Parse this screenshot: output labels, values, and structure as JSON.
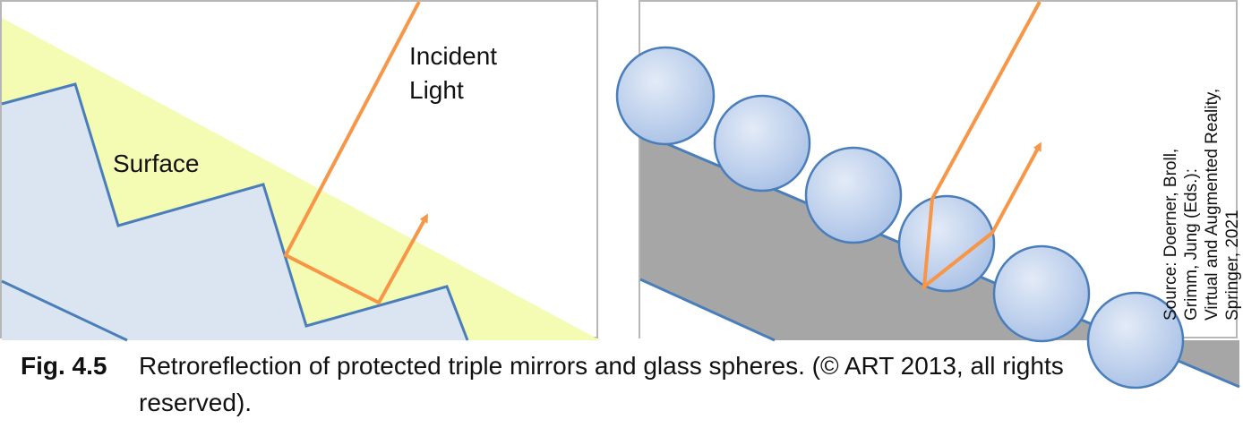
{
  "left_panel": {
    "surface_label": "Surface",
    "incident_label_line1": "Incident",
    "incident_label_line2": "Light"
  },
  "right_panel": {
    "source_lines": [
      "Source: Doerner, Broll,",
      "Grimm, Jung (Eds.):",
      "Virtual and Augmented Reality,",
      "Springer, 2021"
    ]
  },
  "caption": {
    "figure_number": "Fig. 4.5",
    "text": "Retroreflection of protected triple mirrors and glass spheres. (© ART 2013, all rights reserved)."
  },
  "colors": {
    "protective_layer": "#f4fbb3",
    "mirror_fill": "#dbe5f1",
    "outline_blue": "#4a7ebb",
    "light_ray": "#f79646",
    "gray_substrate": "#a6a6a6",
    "sphere_fill": "#bcd0ec",
    "panel_border": "#b7b7b7"
  }
}
